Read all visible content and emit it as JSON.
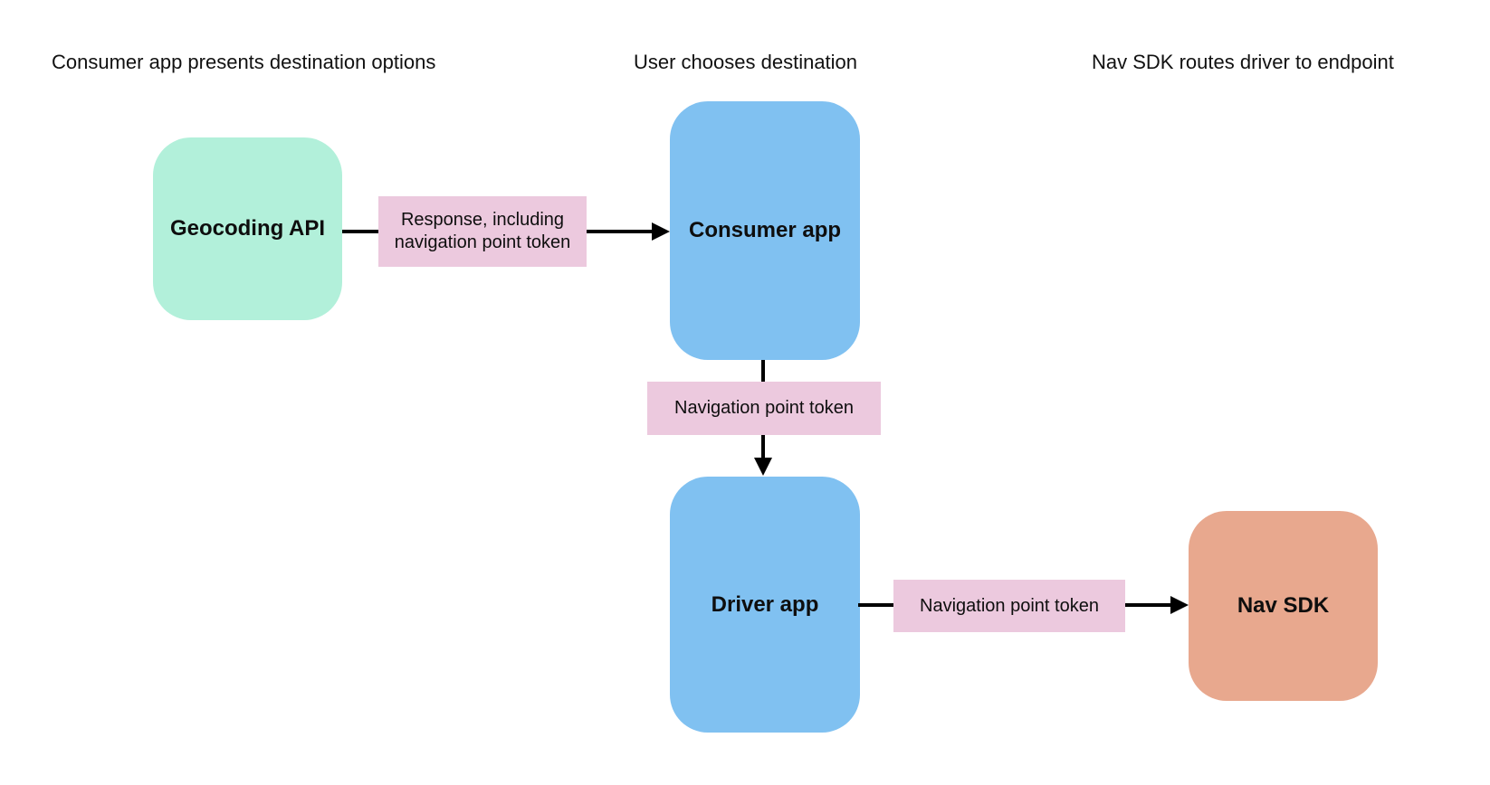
{
  "headers": [
    {
      "label": "Consumer app presents destination options"
    },
    {
      "label": "User chooses destination"
    },
    {
      "label": "Nav SDK routes driver to endpoint"
    }
  ],
  "nodes": {
    "geocoding_api": {
      "label": "Geocoding API",
      "color": "#b2f0da"
    },
    "consumer_app": {
      "label": "Consumer app",
      "color": "#80c1f1"
    },
    "driver_app": {
      "label": "Driver app",
      "color": "#80c1f1"
    },
    "nav_sdk": {
      "label": "Nav SDK",
      "color": "#e8a88e"
    }
  },
  "edge_labels": {
    "response_token": {
      "label": "Response, including navigation point token",
      "color": "#ecc9de"
    },
    "token_consumer_to_driver": {
      "label": "Navigation point token",
      "color": "#ecc9de"
    },
    "token_driver_to_navsdk": {
      "label": "Navigation point token",
      "color": "#ecc9de"
    }
  },
  "colors": {
    "arrow": "#000000",
    "background": "#ffffff",
    "text": "#0e0e0e"
  }
}
